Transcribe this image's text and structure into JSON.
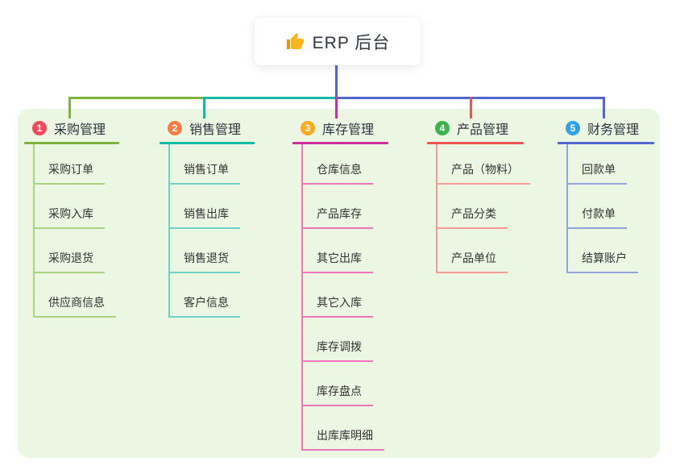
{
  "root": {
    "title": "ERP 后台",
    "icon": "thumbs-up-icon",
    "icon_color": "#f4b51d"
  },
  "colors": {
    "panel_bg": "#ebf6e3",
    "root_connector": "#5166d6",
    "text": "#2e3440"
  },
  "branches": [
    {
      "badge": "1",
      "badge_color": "#f5495b",
      "label": "采购管理",
      "line_color": "#7cb43e",
      "child_line_color": "#a9d37f",
      "children": [
        "采购订单",
        "采购入库",
        "采购退货",
        "供应商信息"
      ]
    },
    {
      "badge": "2",
      "badge_color": "#f97c45",
      "label": "销售管理",
      "line_color": "#14b8a6",
      "child_line_color": "#6bd4c6",
      "children": [
        "销售订单",
        "销售出库",
        "销售退货",
        "客户信息"
      ]
    },
    {
      "badge": "3",
      "badge_color": "#fbab1f",
      "label": "库存管理",
      "line_color": "#cb2e9c",
      "child_line_color": "#f075bb",
      "children": [
        "仓库信息",
        "产品库存",
        "其它出库",
        "其它入库",
        "库存调拨",
        "库存盘点",
        "出库库明细"
      ]
    },
    {
      "badge": "4",
      "badge_color": "#3bb44d",
      "label": "产品管理",
      "line_color": "#f0544f",
      "child_line_color": "#f89b94",
      "children": [
        "产品（物料）",
        "产品分类",
        "产品单位"
      ]
    },
    {
      "badge": "5",
      "badge_color": "#30a3e6",
      "label": "财务管理",
      "line_color": "#5067cd",
      "child_line_color": "#93a3e0",
      "children": [
        "回款单",
        "付款单",
        "结算账户"
      ]
    }
  ]
}
